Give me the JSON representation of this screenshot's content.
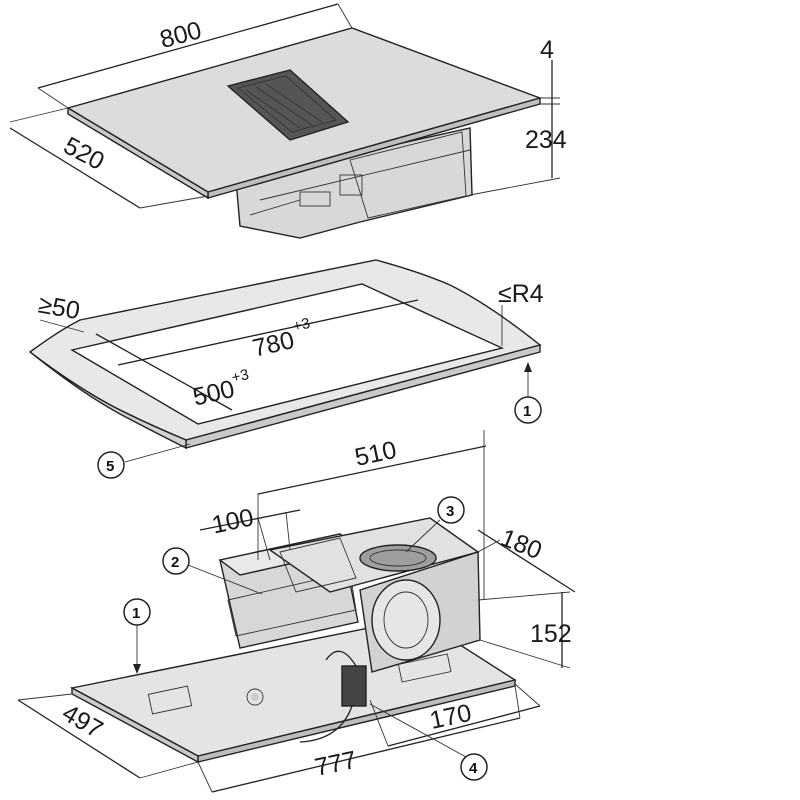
{
  "hob": {
    "width": "800",
    "depth": "520",
    "glass_thickness": "4",
    "total_height": "234"
  },
  "cutout": {
    "min_edge": "≥50",
    "radius": "≤R4",
    "width": "780",
    "width_tol": "+3",
    "depth": "500",
    "depth_tol": "+3"
  },
  "fan_unit": {
    "width": "510",
    "offset": "100",
    "side": "180",
    "height": "152",
    "outlet": "170",
    "base_width": "777",
    "base_depth": "497"
  },
  "callouts": {
    "c1_top": "1",
    "c1_bottom": "1",
    "c2": "2",
    "c3": "3",
    "c4": "4",
    "c5": "5"
  },
  "colors": {
    "glass": "#dcdcdc",
    "frame": "#e8e8e8",
    "housing": "#d9d9d9",
    "housing_dark": "#bdbdbd",
    "line": "#222222"
  }
}
